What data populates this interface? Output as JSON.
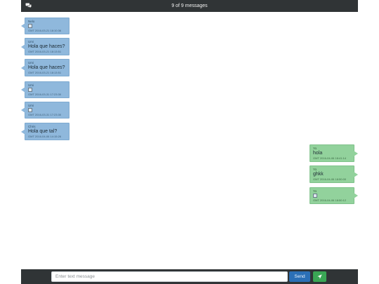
{
  "header": {
    "title": "9 of 9 messages",
    "icon": "chat-bubbles-icon"
  },
  "messages": [
    {
      "direction": "in",
      "sender": "Nelo",
      "body": "",
      "image": true,
      "time": "GMT 2016-03-21 18:10:36"
    },
    {
      "direction": "in",
      "sender": "Umi",
      "body": "Hola que haces?",
      "image": false,
      "time": "GMT 2016-03-21 18:13:51"
    },
    {
      "direction": "in",
      "sender": "Umi",
      "body": "Hola que haces?",
      "image": false,
      "time": "GMT 2016-03-21 18:13:51"
    },
    {
      "direction": "in",
      "sender": "Umi",
      "body": "",
      "image": true,
      "time": "GMT 2016-03-31 17:23:30"
    },
    {
      "direction": "in",
      "sender": "Umi",
      "body": "",
      "image": true,
      "time": "GMT 2016-03-31 17:23:30"
    },
    {
      "direction": "in",
      "sender": "Chris",
      "body": "Hola que tal?",
      "image": false,
      "time": "GMT 2016-04-06 14:15:26"
    },
    {
      "direction": "out",
      "sender": "Yo",
      "body": "hola",
      "image": false,
      "time": "GMT 2016-04-06 18:41:14"
    },
    {
      "direction": "out",
      "sender": "Yo",
      "body": "ghkk",
      "image": false,
      "time": "GMT 2016-04-06 18:50:00"
    },
    {
      "direction": "out",
      "sender": "Yo",
      "body": "",
      "image": true,
      "time": "GMT 2016-04-06 18:50:12"
    }
  ],
  "footer": {
    "input_placeholder": "Enter text message",
    "input_value": "",
    "send_label": "Send",
    "location_icon": "location-arrow-icon"
  },
  "colors": {
    "bar": "#303436",
    "incoming": "#8fb8dc",
    "outgoing": "#92d29c",
    "send": "#2b6fb6",
    "location": "#3aa655"
  }
}
